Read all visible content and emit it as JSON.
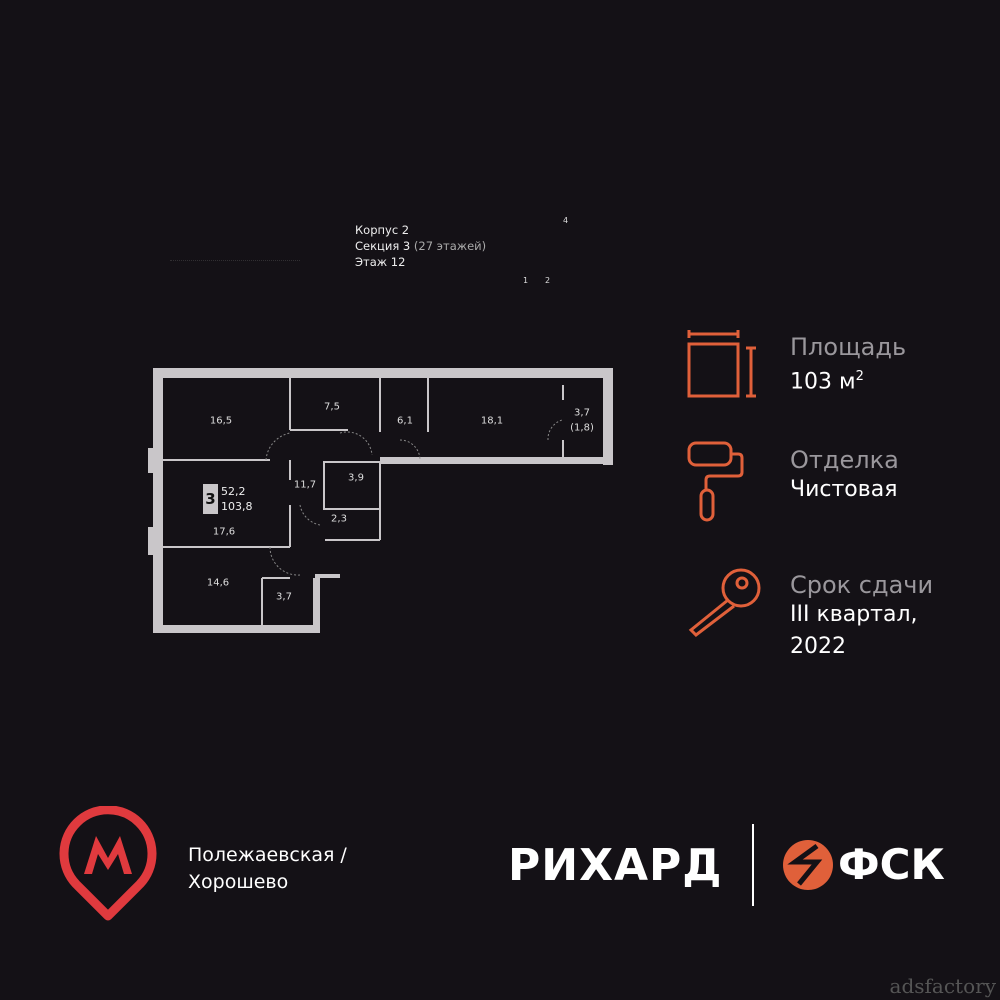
{
  "building": {
    "korpus": "Корпус 2",
    "section": "Секция 3",
    "floors_note": "(27 этажей)",
    "floor": "Этаж 12",
    "section_map_labels": [
      "4",
      "1",
      "2"
    ]
  },
  "plan": {
    "rooms_badge": "3",
    "living_area": "52,2",
    "total_area": "103,8",
    "rooms": [
      "16,5",
      "7,5",
      "6,1",
      "18,1",
      "3,7",
      "(1,8)",
      "11,7",
      "3,9",
      "2,3",
      "17,6",
      "14,6",
      "3,7"
    ]
  },
  "info": {
    "area_label": "Площадь",
    "area_value": "103 м",
    "area_sup": "2",
    "finish_label": "Отделка",
    "finish_value": "Чистовая",
    "deadline_label": "Срок сдачи",
    "deadline_value_1": "III квартал,",
    "deadline_value_2": "2022"
  },
  "metro": {
    "station_1": "Полежаевская /",
    "station_2": "Хорошево",
    "logo_letter": "М"
  },
  "brands": {
    "project": "РИХАРД",
    "developer": "ФСК"
  },
  "watermark": "adsfactory",
  "colors": {
    "accent": "#e0603a",
    "metro": "#e03a3e",
    "background": "#141116"
  }
}
